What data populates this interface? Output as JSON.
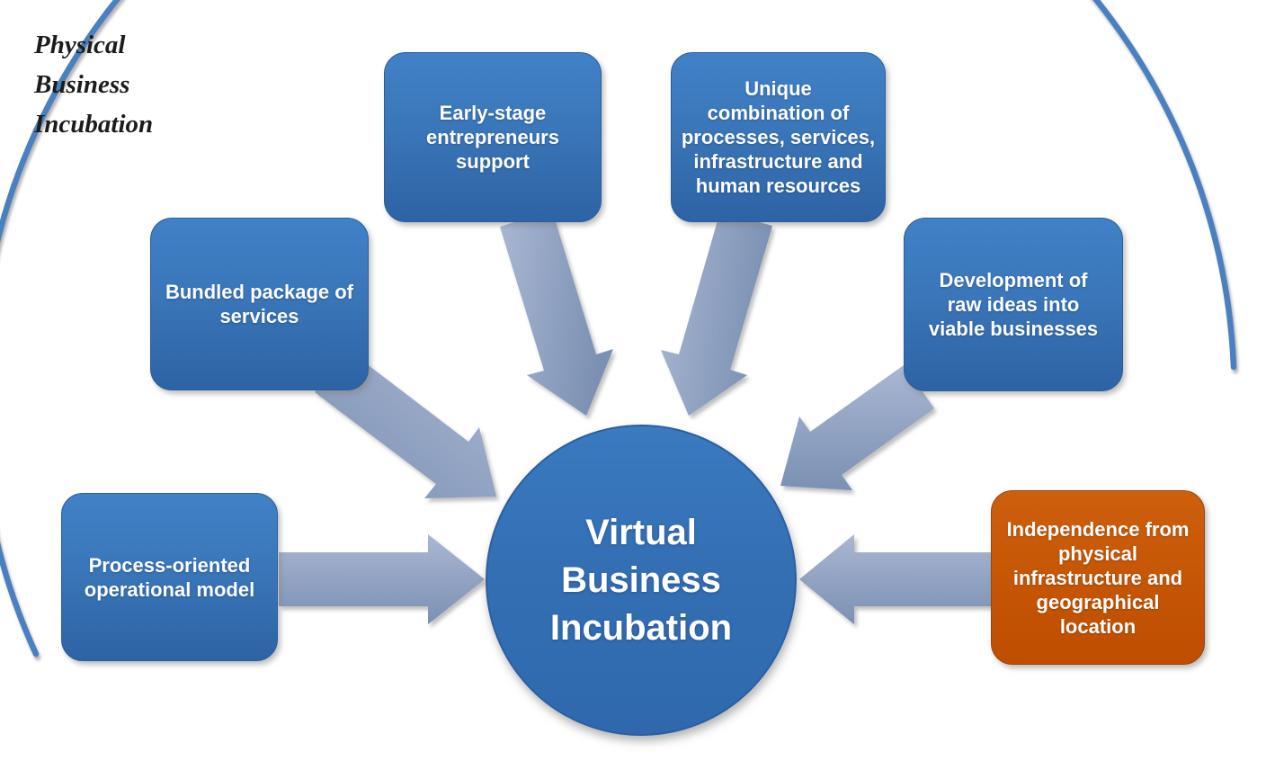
{
  "title": {
    "text": "Physical\nBusiness\nIncubation",
    "color": "#1c1c1c"
  },
  "center": {
    "id": "virtual-business-incubation",
    "label": "Virtual\nBusiness\nIncubation",
    "fill_top": "#3a7abf",
    "fill_bottom": "#2f68ad"
  },
  "nodes": [
    {
      "id": "process-oriented-operational-model",
      "label": "Process-oriented\noperational model",
      "theme": "blue"
    },
    {
      "id": "bundled-package-of-services",
      "label": "Bundled package of\nservices",
      "theme": "blue"
    },
    {
      "id": "early-stage-entrepreneurs-support",
      "label": "Early-stage\nentrepreneurs\nsupport",
      "theme": "blue"
    },
    {
      "id": "unique-combination",
      "label": "Unique\ncombination of\nprocesses, services,\ninfrastructure and\nhuman resources",
      "theme": "blue"
    },
    {
      "id": "development-of-raw-ideas",
      "label": "Development of\nraw ideas into\nviable businesses",
      "theme": "blue"
    },
    {
      "id": "independence-from-physical",
      "label": "Independence from\nphysical\ninfrastructure and\ngeographical\nlocation",
      "theme": "orange"
    }
  ],
  "connections": [
    {
      "from": "process-oriented-operational-model",
      "to": "virtual-business-incubation"
    },
    {
      "from": "bundled-package-of-services",
      "to": "virtual-business-incubation"
    },
    {
      "from": "early-stage-entrepreneurs-support",
      "to": "virtual-business-incubation"
    },
    {
      "from": "unique-combination",
      "to": "virtual-business-incubation"
    },
    {
      "from": "development-of-raw-ideas",
      "to": "virtual-business-incubation"
    },
    {
      "from": "independence-from-physical",
      "to": "virtual-business-incubation"
    }
  ],
  "colors": {
    "node_blue": "#3a76b9",
    "node_orange": "#c65706",
    "arrow_light": "#a9b7d2",
    "arrow_dark": "#7b90b3",
    "arc": "#4b80c0",
    "hub_blue": "#346fb4"
  }
}
